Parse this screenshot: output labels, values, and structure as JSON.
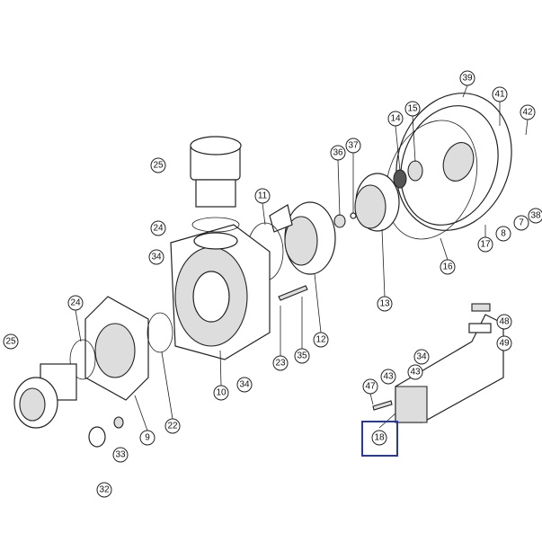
{
  "diagram": {
    "title": "Pump exploded parts diagram",
    "highlight_color": "#2a3a9a",
    "highlighted_part": "18",
    "callouts": [
      "39",
      "41",
      "42",
      "14",
      "15",
      "36",
      "37",
      "25",
      "11",
      "24",
      "34",
      "12",
      "8",
      "7",
      "38",
      "17",
      "16",
      "13",
      "24",
      "25",
      "22",
      "9",
      "10",
      "23",
      "35",
      "34",
      "48",
      "49",
      "47",
      "43",
      "43",
      "34",
      "18",
      "32",
      "33"
    ]
  }
}
